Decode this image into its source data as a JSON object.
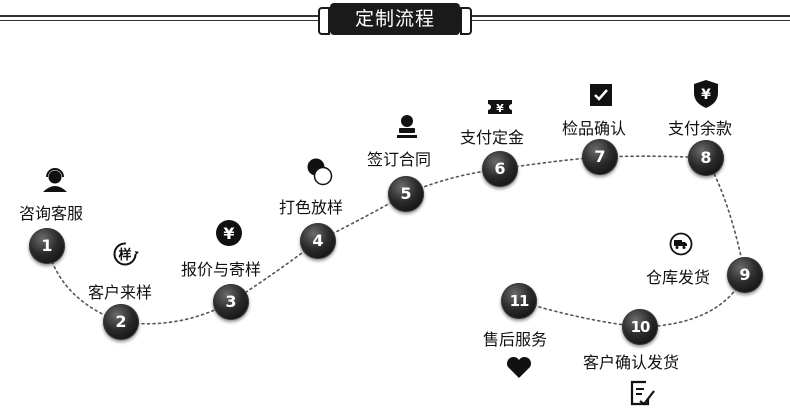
{
  "title": "定制流程",
  "steps": [
    {
      "number": "1",
      "label": "咨询客服",
      "icon": "customer-service-icon"
    },
    {
      "number": "2",
      "label": "客户来样",
      "icon": "sample-icon"
    },
    {
      "number": "3",
      "label": "报价与寄样",
      "icon": "yen-coin-icon"
    },
    {
      "number": "4",
      "label": "打色放样",
      "icon": "color-circles-icon"
    },
    {
      "number": "5",
      "label": "签订合同",
      "icon": "stamp-icon"
    },
    {
      "number": "6",
      "label": "支付定金",
      "icon": "ticket-icon"
    },
    {
      "number": "7",
      "label": "检品确认",
      "icon": "checkbox-icon"
    },
    {
      "number": "8",
      "label": "支付余款",
      "icon": "yen-shield-icon"
    },
    {
      "number": "9",
      "label": "仓库发货",
      "icon": "delivery-truck-icon"
    },
    {
      "number": "10",
      "label": "客户确认发货",
      "icon": "edit-document-icon"
    },
    {
      "number": "11",
      "label": "售后服务",
      "icon": "heart-icon"
    }
  ],
  "sample_icon_text": "样",
  "colors": {
    "node_dark": "#111111",
    "rule": "#333333",
    "path": "#555555"
  }
}
